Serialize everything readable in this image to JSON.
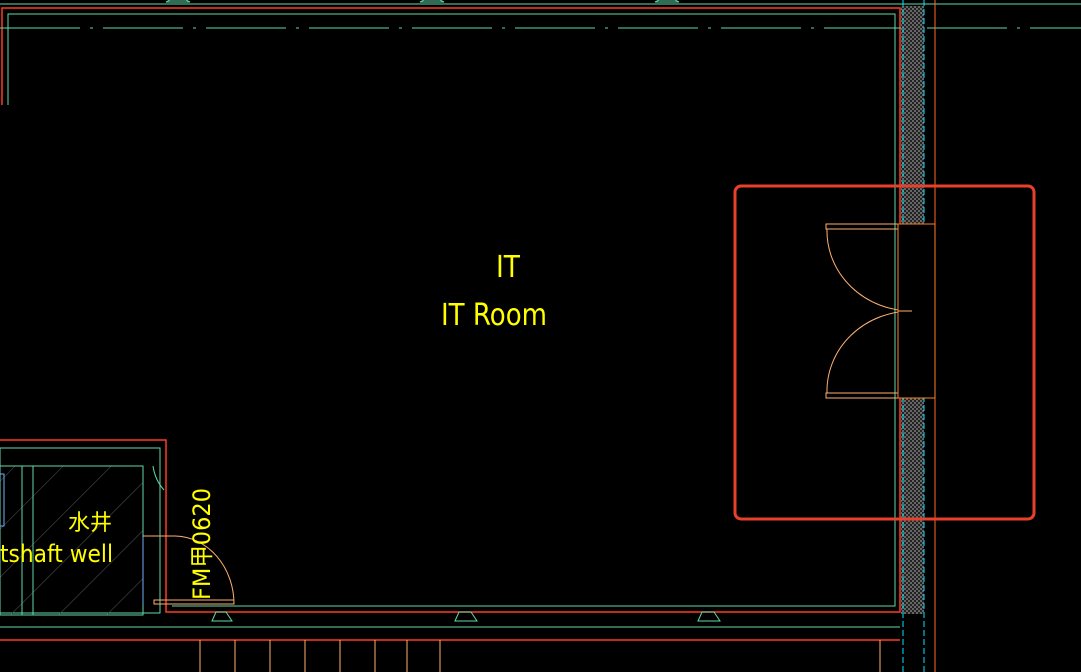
{
  "room": {
    "code": "IT",
    "name": "IT Room"
  },
  "shaft": {
    "code": "水井",
    "name": "tshaft well"
  },
  "door_tag": "FM甲0620",
  "colors": {
    "wall": "#ff3b1f",
    "line": "#62d8a8",
    "door": "#ffb070",
    "text": "#ffff00",
    "highlight": "#e8402a",
    "cyan": "#00e5ff"
  }
}
